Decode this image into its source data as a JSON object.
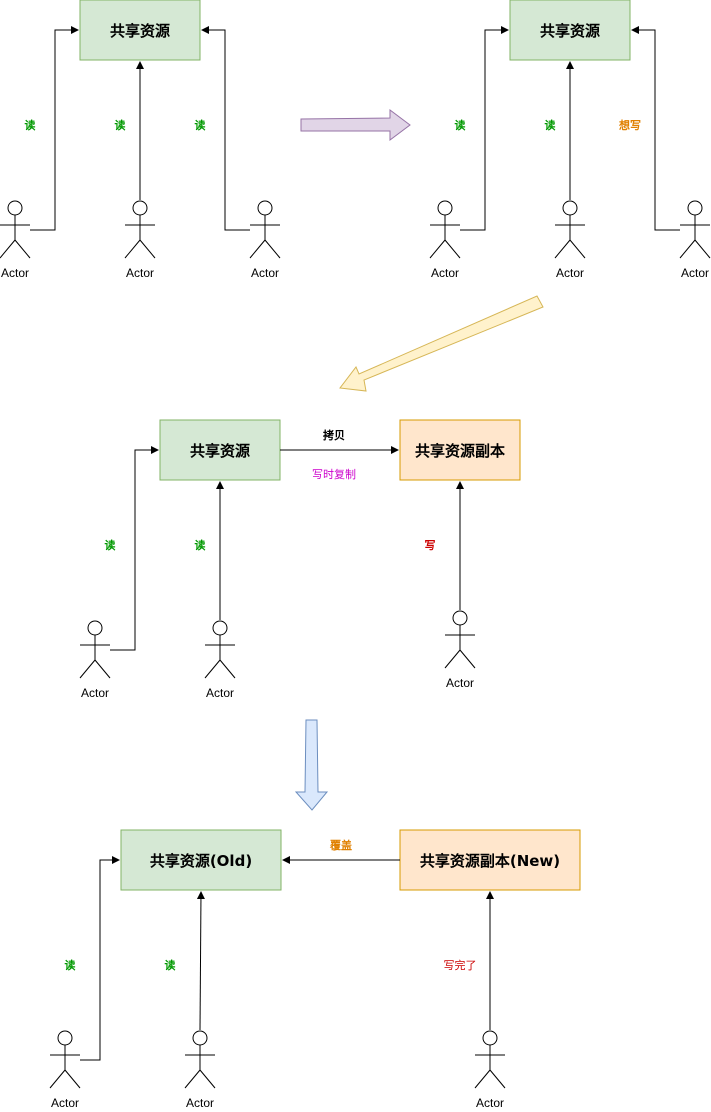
{
  "colors": {
    "green_fill": "#d5e8d4",
    "green_stroke": "#82b366",
    "orange_fill": "#ffe6cc",
    "orange_stroke": "#d79b00",
    "read_text": "#009900",
    "want_text": "#e08000",
    "write_text": "#cc0000",
    "cow_text": "#cc00cc",
    "cover_text": "#e08000"
  },
  "boxes": {
    "shared": "共享资源",
    "shared_copy": "共享资源副本",
    "shared_old": "共享资源(Old)",
    "shared_copy_new": "共享资源副本(New)"
  },
  "actor_label": "Actor",
  "labels": {
    "read": "读",
    "want_write": "想写",
    "copy": "拷贝",
    "copy_on_write": "写时复制",
    "write": "写",
    "overwrite": "覆盖",
    "write_done": "写完了"
  }
}
